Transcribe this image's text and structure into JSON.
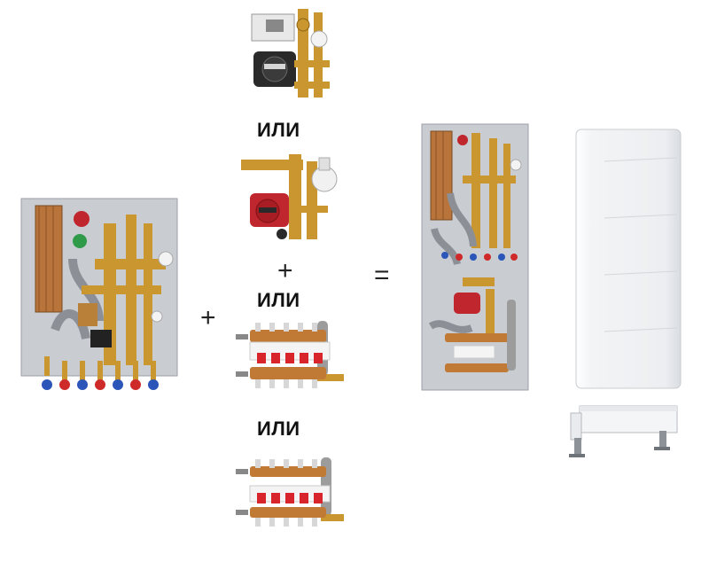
{
  "labels": {
    "or_1": "ИЛИ",
    "or_2": "ИЛИ",
    "or_3": "ИЛИ"
  },
  "operators": {
    "plus_left": "+",
    "plus_middle": "+",
    "equals": "="
  },
  "colors": {
    "brass": "#c9962f",
    "copper": "#b8743a",
    "steel_plate": "#c9ccd1",
    "pump_red": "#c0262d",
    "valve_blue": "#2b55b8",
    "valve_red": "#cf2a2a",
    "cabinet": "#f1f2f4"
  }
}
